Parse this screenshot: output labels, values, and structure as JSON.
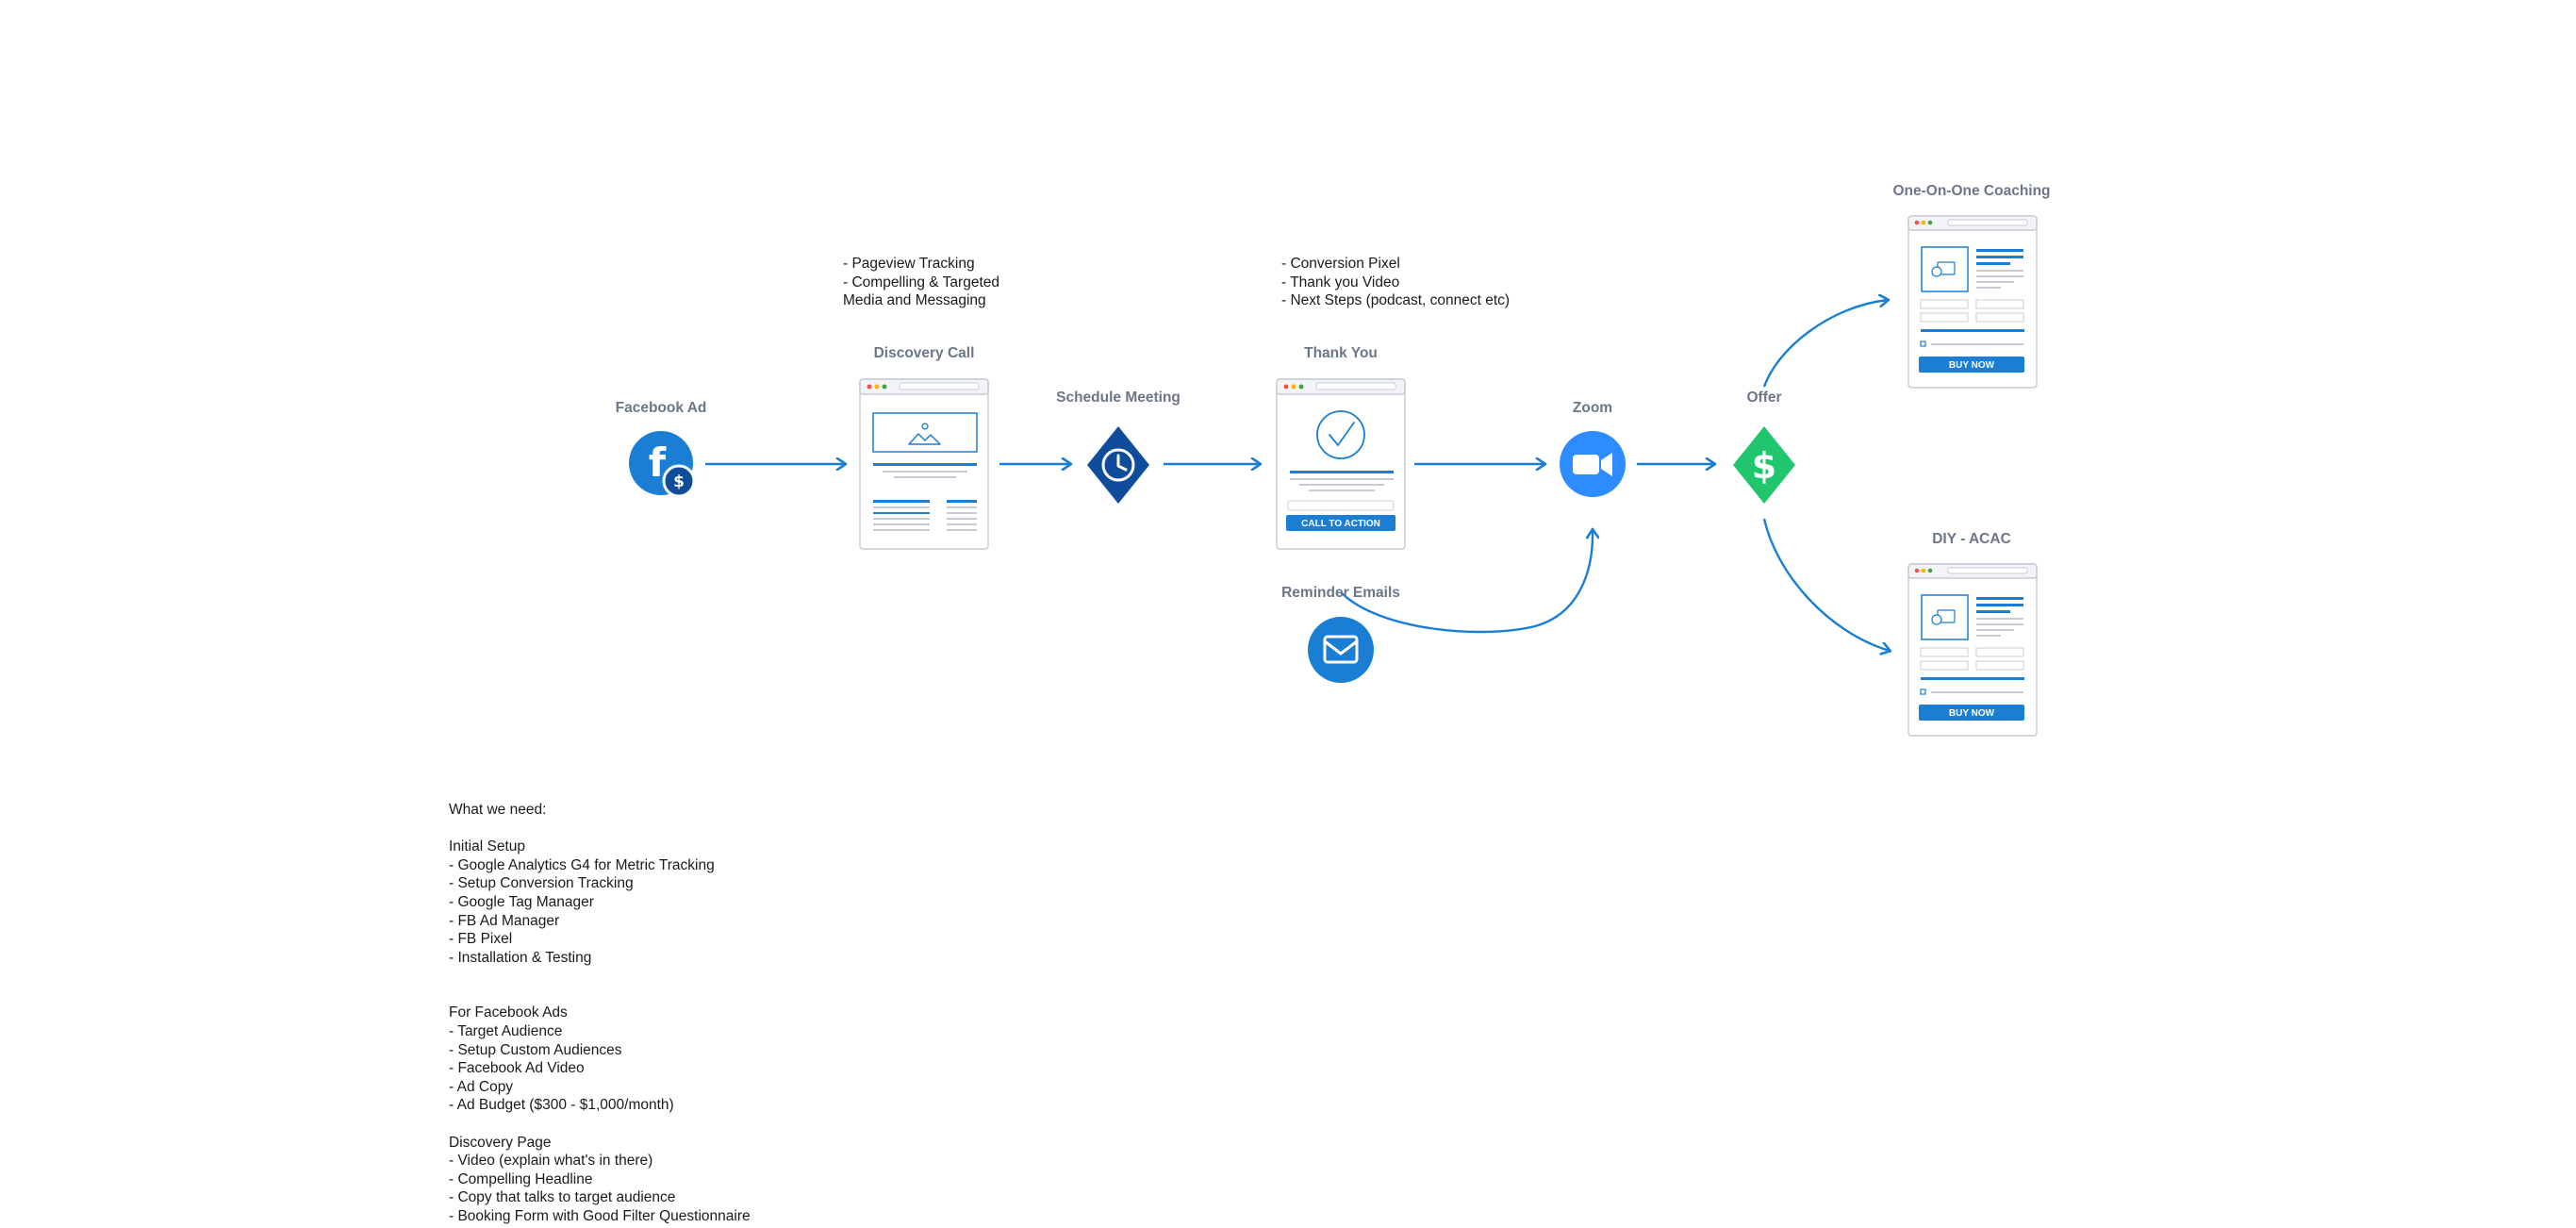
{
  "nodes": {
    "facebook_ad": "Facebook Ad",
    "discovery_call": "Discovery Call",
    "schedule_meeting": "Schedule Meeting",
    "thank_you": "Thank You",
    "reminder_emails": "Reminder Emails",
    "zoom": "Zoom",
    "offer": "Offer",
    "one_on_one": "One-On-One Coaching",
    "diy": "DIY - ACAC"
  },
  "buttons": {
    "call_to_action": "CALL TO ACTION",
    "buy_now": "BUY NOW"
  },
  "notes": {
    "discovery": "- Pageview Tracking\n- Compelling & Targeted\nMedia and Messaging",
    "thank_you": "- Conversion Pixel\n- Thank you Video\n- Next Steps (podcast, connect etc)"
  },
  "requirements": {
    "title": "What we need:",
    "sections": [
      {
        "heading": "Initial Setup",
        "items": [
          " - Google Analytics G4 for Metric Tracking",
          " - Setup Conversion Tracking",
          " - Google Tag Manager",
          " - FB Ad Manager",
          " - FB Pixel",
          " - Installation & Testing"
        ]
      },
      {
        "heading": "For Facebook Ads",
        "items": [
          " - Target Audience",
          " - Setup Custom Audiences",
          " - Facebook Ad Video",
          " - Ad Copy",
          " - Ad Budget ($300 - $1,000/month)"
        ]
      },
      {
        "heading": "Discovery Page",
        "items": [
          " - Video (explain what's in there)",
          " - Compelling Headline",
          " - Copy that talks to target audience",
          " - Booking Form with Good Filter Questionnaire"
        ]
      }
    ]
  },
  "colors": {
    "primary_blue": "#1a7fd4",
    "dark_blue": "#0f4d9c",
    "zoom_blue": "#2d8cff",
    "green": "#1fc66e",
    "label_gray": "#6b7689",
    "page_border": "#c7ccd4"
  }
}
